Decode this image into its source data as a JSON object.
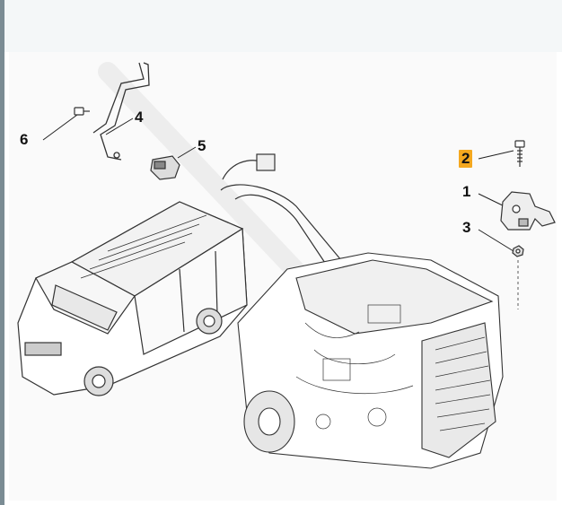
{
  "callouts": [
    {
      "id": "1",
      "label": "1"
    },
    {
      "id": "2",
      "label": "2",
      "highlighted": true
    },
    {
      "id": "3",
      "label": "3"
    },
    {
      "id": "4",
      "label": "4"
    },
    {
      "id": "5",
      "label": "5"
    },
    {
      "id": "6",
      "label": "6"
    }
  ],
  "colors": {
    "highlight": "#f4a81f",
    "frame_border": "#7b8c94",
    "line_art": "#333333"
  }
}
